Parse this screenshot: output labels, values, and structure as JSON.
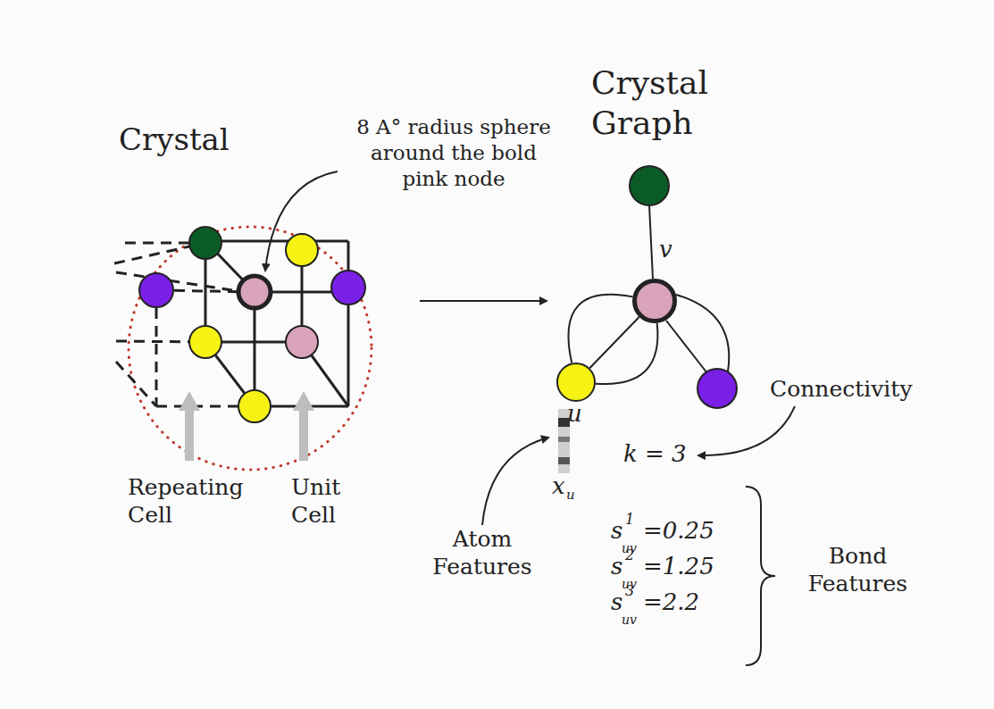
{
  "diagram": {
    "nodes": [
      {
        "text": [
          "v"
        ]
      },
      {
        "text": [
          "u"
        ]
      }
    ],
    "edges": [
      {
        "from": 1,
        "to": 0,
        "arrow": "none"
      },
      {
        "from": 1,
        "to": 0,
        "arrow": "none"
      },
      {
        "from": 1,
        "to": 0,
        "arrow": "none"
      }
    ],
    "labels": [
      "Crystal",
      "8 A° radius sphere around the bold pink node",
      "Crystal Graph",
      "Repeating Cell",
      "Unit Cell",
      "x",
      "u",
      "Atom Features",
      "Connectivity",
      "k = 3",
      "s",
      "uv",
      "1",
      "=0.25",
      "s",
      "uv",
      "2",
      "=1.25",
      "s",
      "uv",
      "3",
      "=2.2",
      "Bond Features"
    ]
  }
}
